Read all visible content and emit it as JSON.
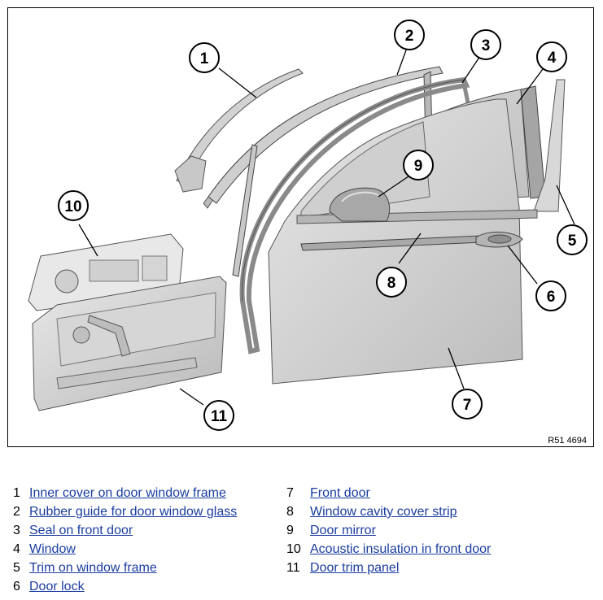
{
  "figure": {
    "reference_code": "R51 4694",
    "callouts": [
      "1",
      "2",
      "3",
      "4",
      "5",
      "6",
      "7",
      "8",
      "9",
      "10",
      "11"
    ]
  },
  "legend": {
    "items": [
      {
        "num": "1",
        "label": "Inner cover on door window frame"
      },
      {
        "num": "2",
        "label": "Rubber guide for door window glass"
      },
      {
        "num": "3",
        "label": "Seal on front door"
      },
      {
        "num": "4",
        "label": "Window"
      },
      {
        "num": "5",
        "label": "Trim on window frame"
      },
      {
        "num": "6",
        "label": "Door lock"
      },
      {
        "num": "7",
        "label": "Front door"
      },
      {
        "num": "8",
        "label": "Window cavity cover strip"
      },
      {
        "num": "9",
        "label": "Door mirror"
      },
      {
        "num": "10",
        "label": "Acoustic insulation in front door"
      },
      {
        "num": "11",
        "label": "Door trim panel"
      }
    ]
  },
  "colors": {
    "part_fill": "#dcdcdc",
    "part_dark": "#a9a9a9",
    "link": "#1a3da0"
  }
}
